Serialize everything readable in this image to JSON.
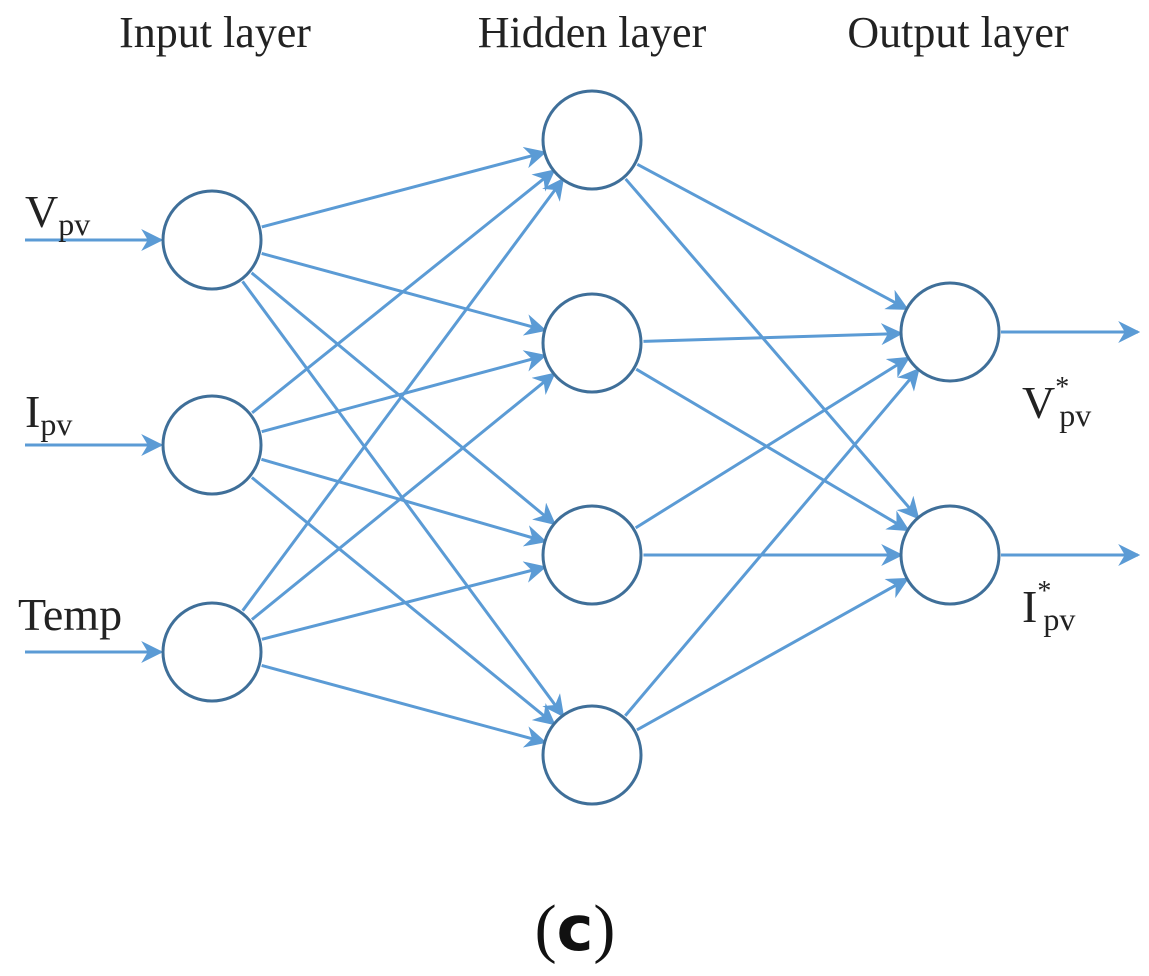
{
  "titles": {
    "input": "Input layer",
    "hidden": "Hidden layer",
    "output": "Output layer"
  },
  "inputs": [
    {
      "main": "V",
      "sub": "pv"
    },
    {
      "main": "I",
      "sub": "pv"
    },
    {
      "main": "Temp",
      "sub": ""
    }
  ],
  "outputs": [
    {
      "main": "V",
      "sub": "pv",
      "sup": "*"
    },
    {
      "main": "I",
      "sub": "pv",
      "sup": "*"
    }
  ],
  "layers": {
    "input_nodes": 3,
    "hidden_nodes": 4,
    "output_nodes": 2
  },
  "caption": {
    "open": "(",
    "letter": "c",
    "close": ")"
  },
  "colors": {
    "edge": "#5b9bd5",
    "node_stroke": "#3f6f99",
    "text": "#222222"
  }
}
